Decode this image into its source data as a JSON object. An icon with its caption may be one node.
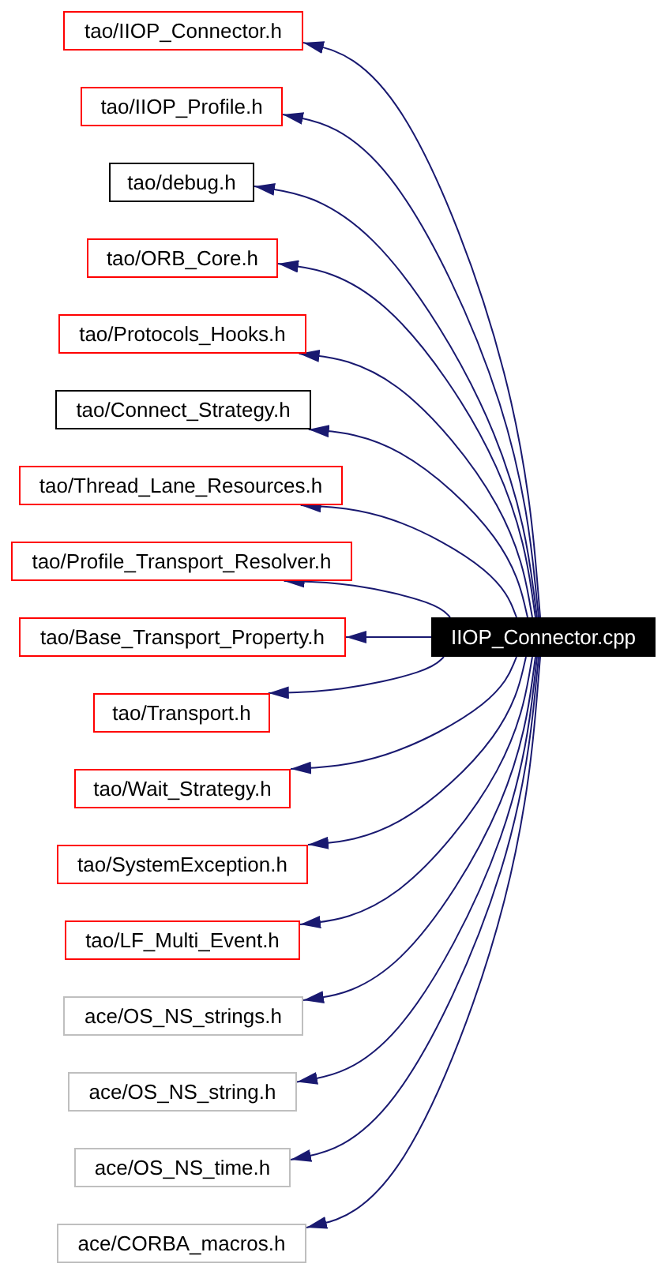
{
  "diagram": {
    "nodes": [
      {
        "text": [
          "tao/IIOP_Connector.h"
        ]
      },
      {
        "text": [
          "tao/IIOP_Profile.h"
        ]
      },
      {
        "text": [
          "tao/debug.h"
        ]
      },
      {
        "text": [
          "tao/ORB_Core.h"
        ]
      },
      {
        "text": [
          "tao/Protocols_Hooks.h"
        ]
      },
      {
        "text": [
          "tao/Connect_Strategy.h"
        ]
      },
      {
        "text": [
          "tao/Thread_Lane_Resources.h"
        ]
      },
      {
        "text": [
          "tao/Profile_Transport_Resolver.h"
        ]
      },
      {
        "text": [
          "tao/Base_Transport_Property.h"
        ]
      },
      {
        "text": [
          "IIOP_Connector.cpp"
        ]
      },
      {
        "text": [
          "tao/Transport.h"
        ]
      },
      {
        "text": [
          "tao/Wait_Strategy.h"
        ]
      },
      {
        "text": [
          "tao/SystemException.h"
        ]
      },
      {
        "text": [
          "tao/LF_Multi_Event.h"
        ]
      },
      {
        "text": [
          "ace/OS_NS_strings.h"
        ]
      },
      {
        "text": [
          "ace/OS_NS_string.h"
        ]
      },
      {
        "text": [
          "ace/OS_NS_time.h"
        ]
      },
      {
        "text": [
          "ace/CORBA_macros.h"
        ]
      }
    ],
    "edges": [
      {
        "from": 9,
        "to": 0,
        "arrow": "to"
      },
      {
        "from": 9,
        "to": 1,
        "arrow": "to"
      },
      {
        "from": 9,
        "to": 2,
        "arrow": "to"
      },
      {
        "from": 9,
        "to": 3,
        "arrow": "to"
      },
      {
        "from": 9,
        "to": 4,
        "arrow": "to"
      },
      {
        "from": 9,
        "to": 5,
        "arrow": "to"
      },
      {
        "from": 9,
        "to": 6,
        "arrow": "to"
      },
      {
        "from": 9,
        "to": 7,
        "arrow": "to"
      },
      {
        "from": 9,
        "to": 8,
        "arrow": "to"
      },
      {
        "from": 9,
        "to": 10,
        "arrow": "to"
      },
      {
        "from": 9,
        "to": 11,
        "arrow": "to"
      },
      {
        "from": 9,
        "to": 12,
        "arrow": "to"
      },
      {
        "from": 9,
        "to": 13,
        "arrow": "to"
      },
      {
        "from": 9,
        "to": 14,
        "arrow": "to"
      },
      {
        "from": 9,
        "to": 15,
        "arrow": "to"
      },
      {
        "from": 9,
        "to": 16,
        "arrow": "to"
      },
      {
        "from": 9,
        "to": 17,
        "arrow": "to"
      }
    ]
  }
}
